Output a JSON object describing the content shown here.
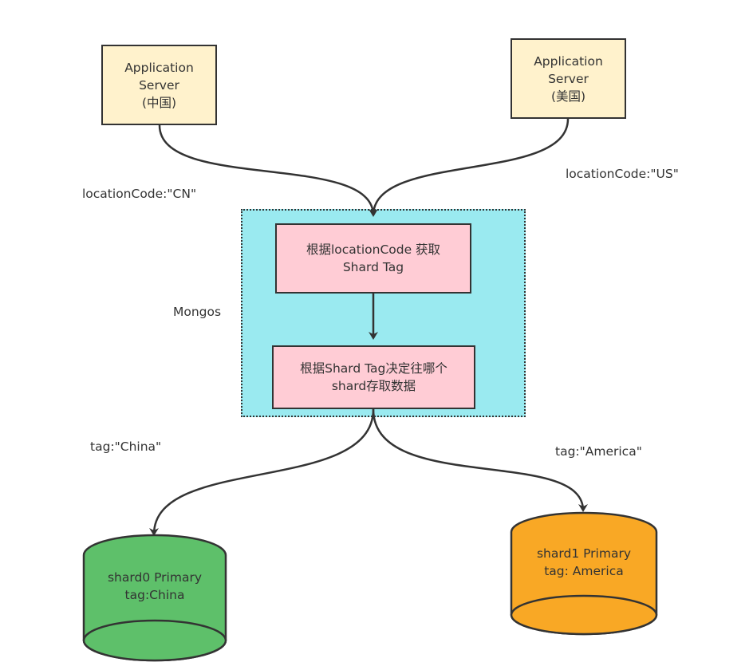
{
  "nodes": {
    "app_cn": "Application\nServer\n(中国)",
    "app_us": "Application\nServer\n(美国)",
    "step1": "根据locationCode 获取\nShard Tag",
    "step2": "根据Shard Tag决定往哪个\nshard存取数据",
    "shard0": "shard0 Primary\ntag:China",
    "shard1": "shard1 Primary\ntag: America"
  },
  "labels": {
    "location_cn": "locationCode:\"CN\"",
    "location_us": "locationCode:\"US\"",
    "mongos": "Mongos",
    "tag_china": "tag:\"China\"",
    "tag_america": "tag:\"America\""
  },
  "colors": {
    "app_fill": "#fff2cc",
    "step_fill": "#ffccd5",
    "mongos_fill": "#9aeaf0",
    "shard0_fill": "#5ec06a",
    "shard1_fill": "#f9a825",
    "stroke": "#333333"
  }
}
